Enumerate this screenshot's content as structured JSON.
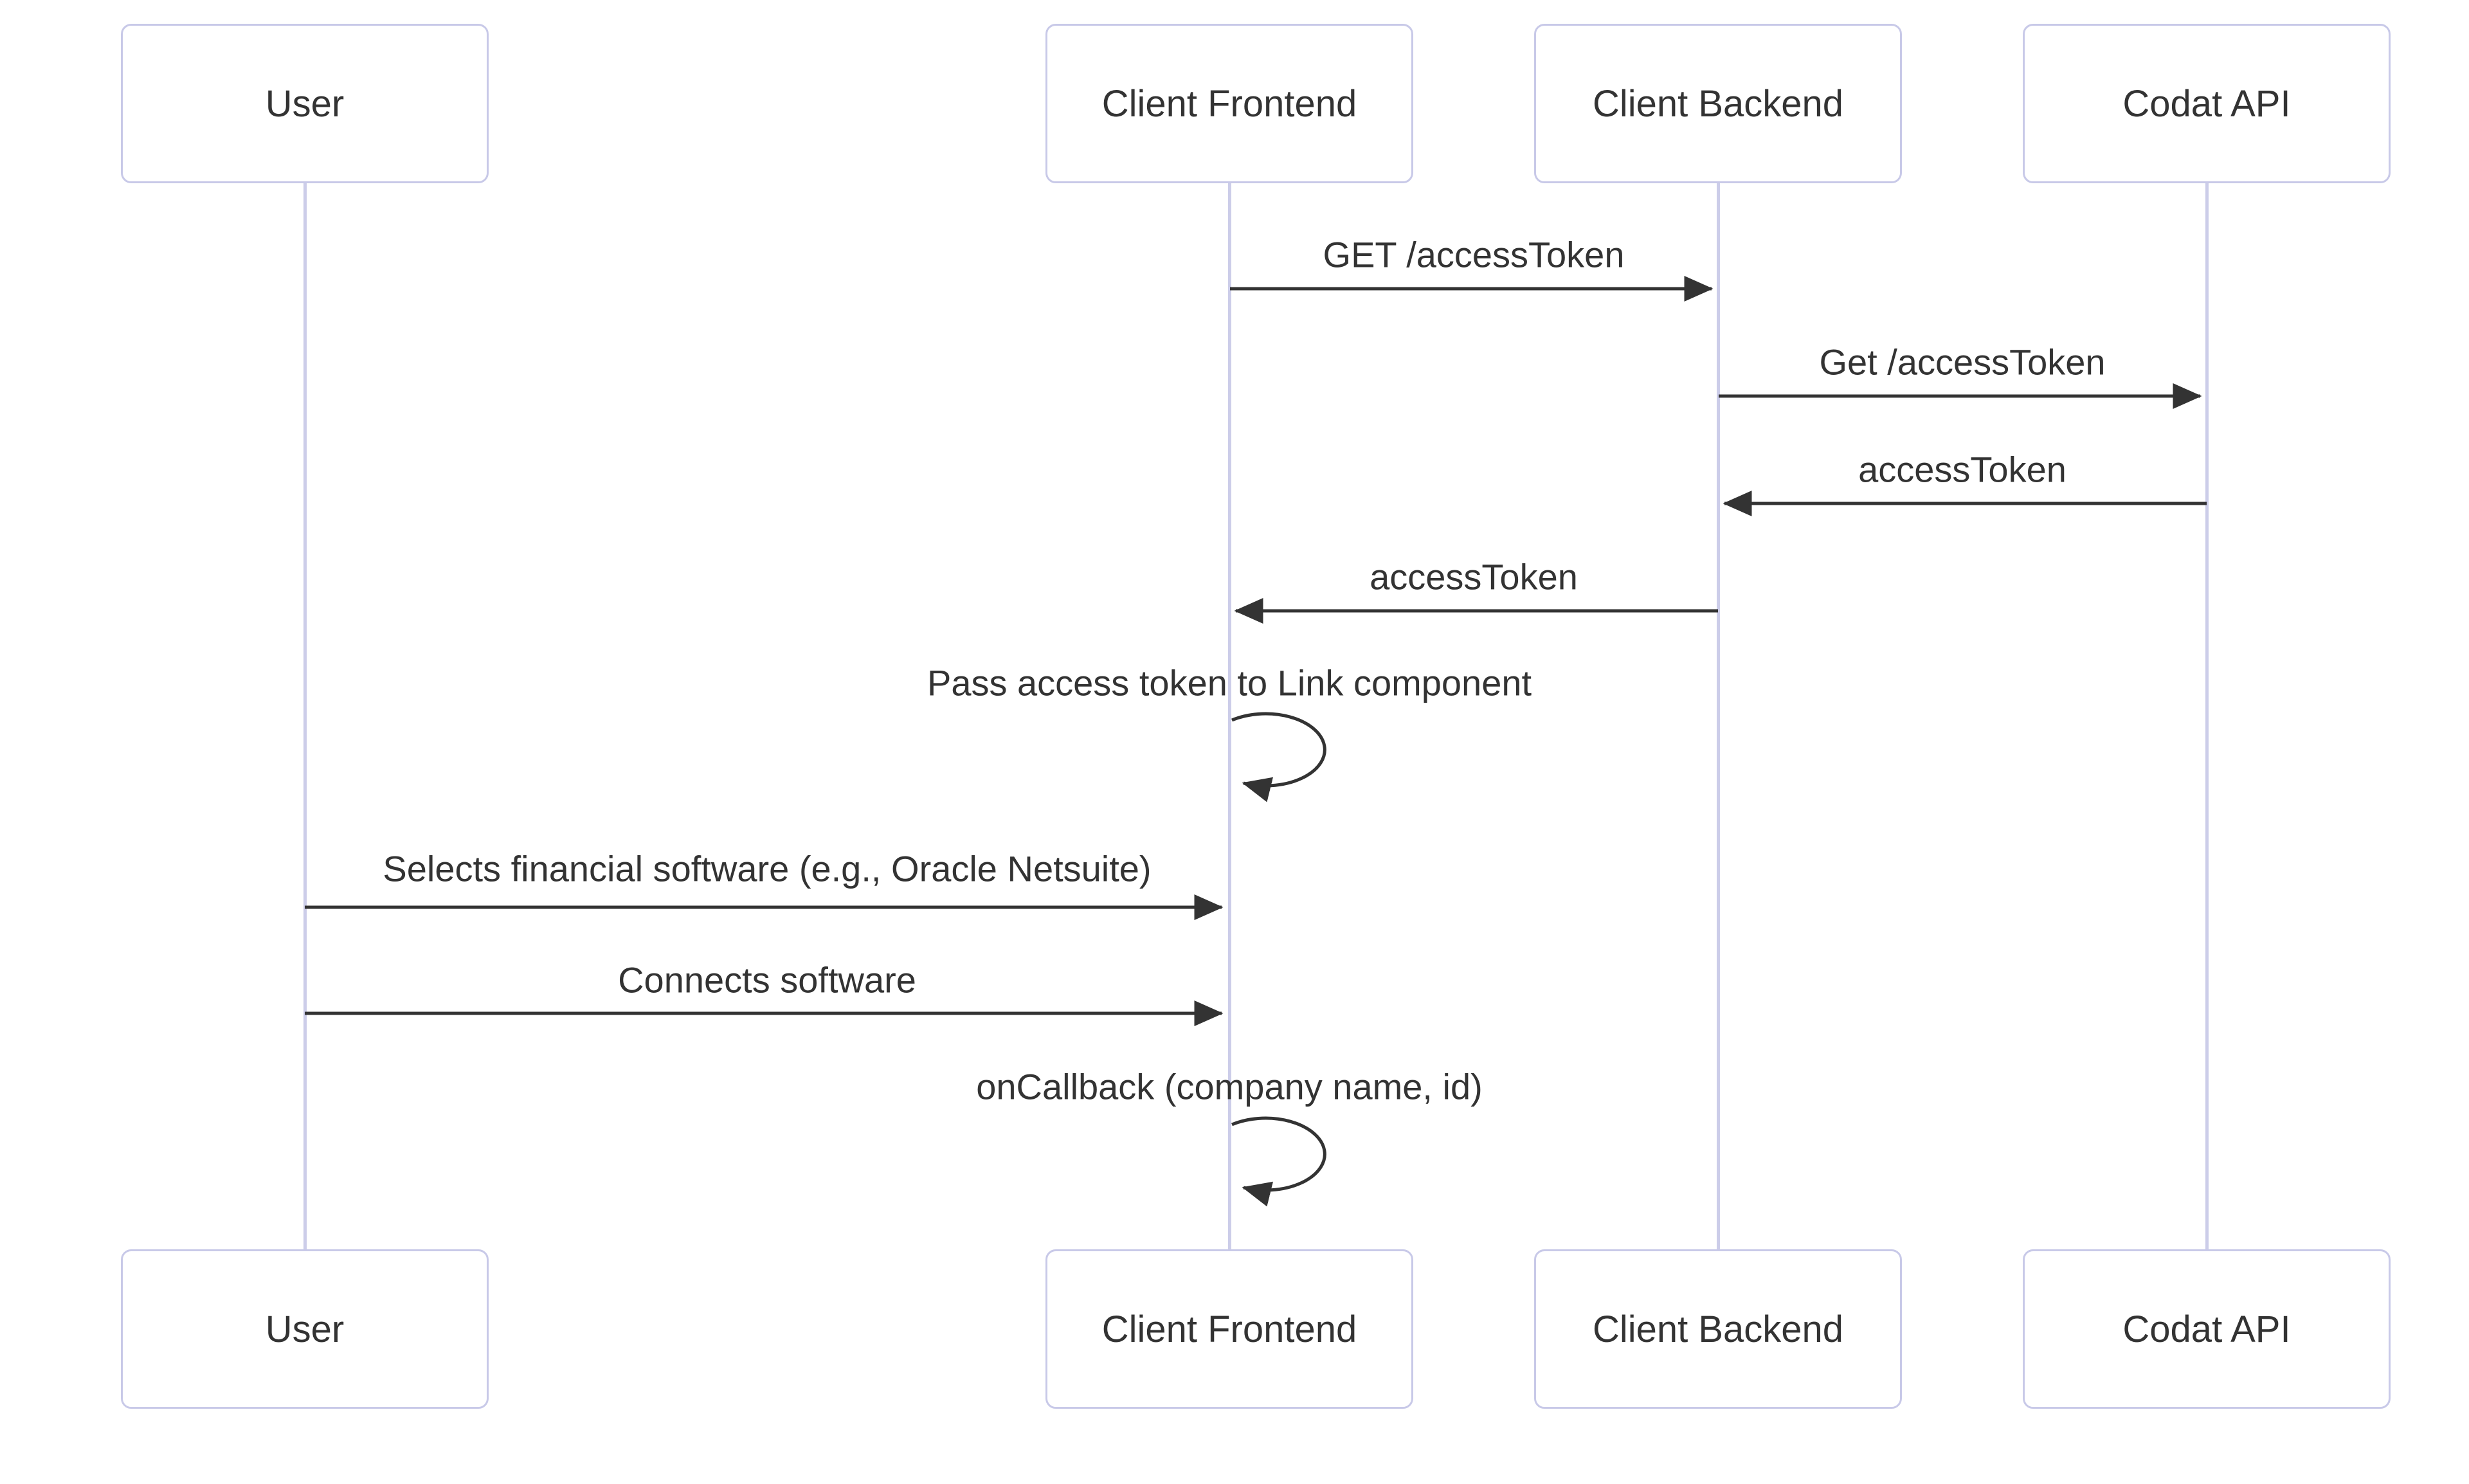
{
  "diagram": {
    "type": "sequence-diagram",
    "actors": [
      {
        "name": "User"
      },
      {
        "name": "Client Frontend"
      },
      {
        "name": "Client Backend"
      },
      {
        "name": "Codat API"
      }
    ],
    "messages": [
      {
        "from": "Client Frontend",
        "to": "Client Backend",
        "label": "GET /accessToken",
        "kind": "solid-arrow"
      },
      {
        "from": "Client Backend",
        "to": "Codat API",
        "label": "Get /accessToken",
        "kind": "solid-arrow"
      },
      {
        "from": "Codat API",
        "to": "Client Backend",
        "label": "accessToken",
        "kind": "solid-arrow"
      },
      {
        "from": "Client Backend",
        "to": "Client Frontend",
        "label": "accessToken",
        "kind": "solid-arrow"
      },
      {
        "from": "Client Frontend",
        "to": "Client Frontend",
        "label": "Pass access token to Link component",
        "kind": "self-loop"
      },
      {
        "from": "User",
        "to": "Client Frontend",
        "label": "Selects financial software (e.g., Oracle Netsuite)",
        "kind": "solid-arrow"
      },
      {
        "from": "User",
        "to": "Client Frontend",
        "label": "Connects software",
        "kind": "solid-arrow"
      },
      {
        "from": "Client Frontend",
        "to": "Client Frontend",
        "label": "onCallback (company name, id)",
        "kind": "self-loop"
      }
    ],
    "colors": {
      "background": "#FFFFFF",
      "actor_border": "#C8C9E8",
      "lifeline": "#CCCDE9",
      "arrow": "#333333",
      "text": "#333333"
    }
  }
}
